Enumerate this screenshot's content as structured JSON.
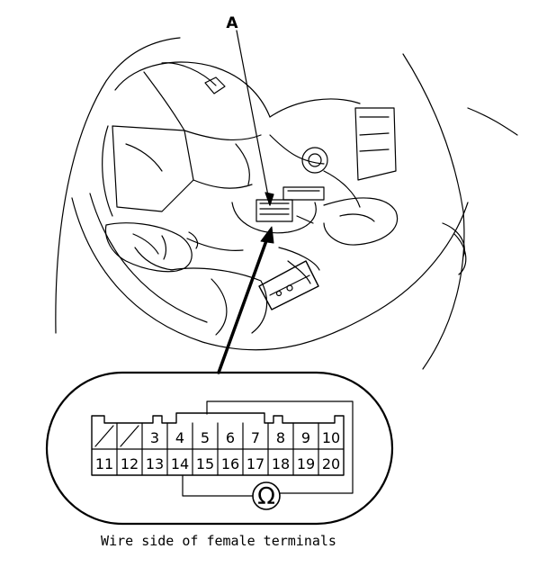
{
  "callout": {
    "label": "A"
  },
  "connector": {
    "top_row": [
      "",
      "",
      "3",
      "4",
      "5",
      "6",
      "7",
      "8",
      "9",
      "10"
    ],
    "bottom_row": [
      "11",
      "12",
      "13",
      "14",
      "15",
      "16",
      "17",
      "18",
      "19",
      "20"
    ],
    "blank_cavity_marks": "diagonal-slash"
  },
  "meter": {
    "symbol": "Ω",
    "icon": "ohmmeter-icon"
  },
  "caption": "Wire side of female terminals"
}
